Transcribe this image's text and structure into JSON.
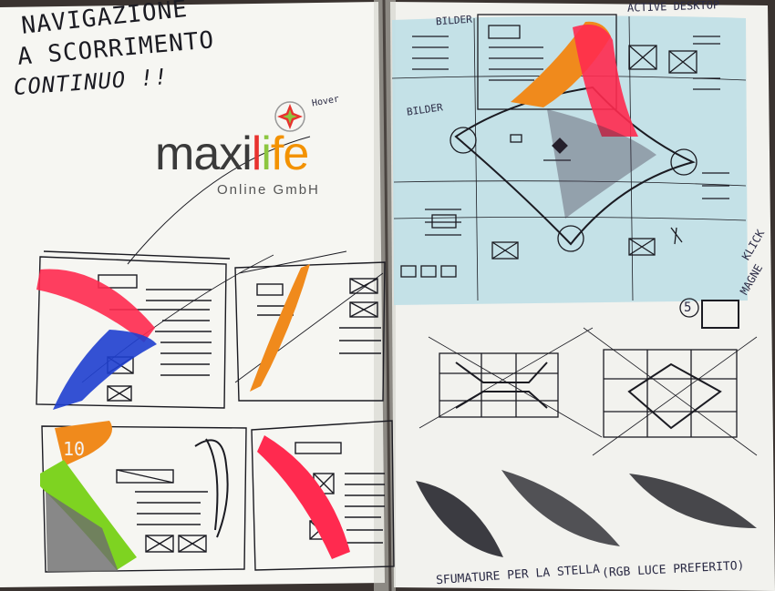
{
  "page": {
    "heading_lines": [
      "NAVIGAZIONE",
      "A SCORRIMENTO",
      "CONTINUO !!"
    ],
    "logo": {
      "word": "maxilife",
      "subtitle": "Online GmbH",
      "grey": "#3a3a3a",
      "green": "#8cc63f",
      "red": "#e8322e",
      "orange": "#f39200"
    },
    "right_notes": {
      "bilder_top": "BILDER",
      "bilder_mid": "BILDER",
      "active": "ACTIVE DESKTOP",
      "klick": "KLICK",
      "magnet": "MAGNE",
      "five": "5",
      "sfumature": "SFUMATURE PER LA STELLA",
      "rgb": "(RGB LUCE PREFERITO)"
    },
    "left_notes": {
      "ten": "10",
      "hover": "Hover"
    },
    "colors": {
      "paper": "#f4f4f0",
      "blue_wash": "#bfdfe6",
      "marker_red": "#ff2a4f",
      "marker_blue": "#1f3fcf",
      "marker_orange": "#f08a1c",
      "marker_green": "#7ed321",
      "ink": "#1b1b22",
      "binding": "#3a3330"
    }
  }
}
